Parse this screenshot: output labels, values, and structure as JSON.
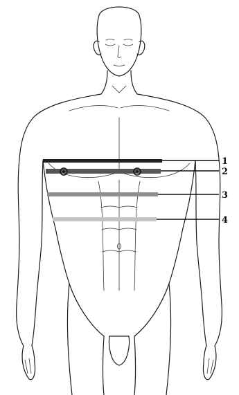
{
  "diagram": {
    "bands": [
      {
        "label": "1",
        "color": "#1e1e1e"
      },
      {
        "label": "2",
        "color": "#555555"
      },
      {
        "label": "3",
        "color": "#8f8f8f"
      },
      {
        "label": "4",
        "color": "#c4c4c4"
      }
    ]
  }
}
